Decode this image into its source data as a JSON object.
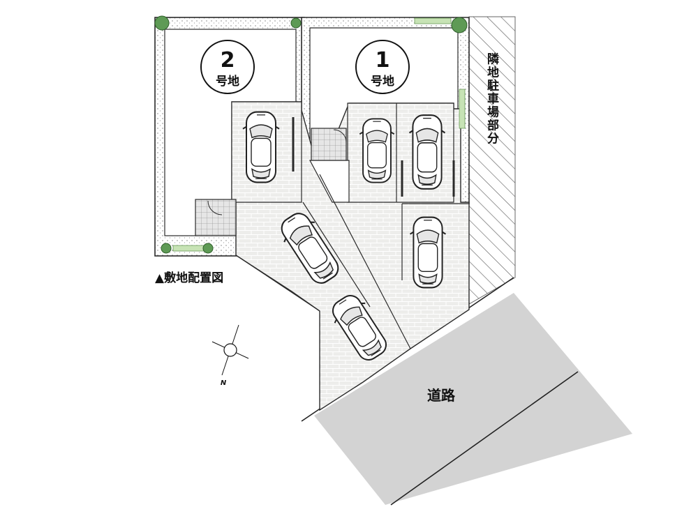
{
  "diagram": {
    "caption": "▲敷地配置図",
    "road_label": "道路",
    "neighbor_label": "隣地駐車場部分",
    "north_label": "N",
    "plots": [
      {
        "number": "1",
        "label": "号地"
      },
      {
        "number": "2",
        "label": "号地"
      }
    ],
    "parking_spaces_shown": 6
  },
  "colors": {
    "paving": "#ededeb",
    "paving_line": "#ffffff",
    "lot_edge": "#2a2a2a",
    "hedge": "#c7e3b5",
    "tree": "#5e9a55",
    "road": "#d3d3d3",
    "hatch": "#555555",
    "entry_mat": "#d9d9d9"
  }
}
